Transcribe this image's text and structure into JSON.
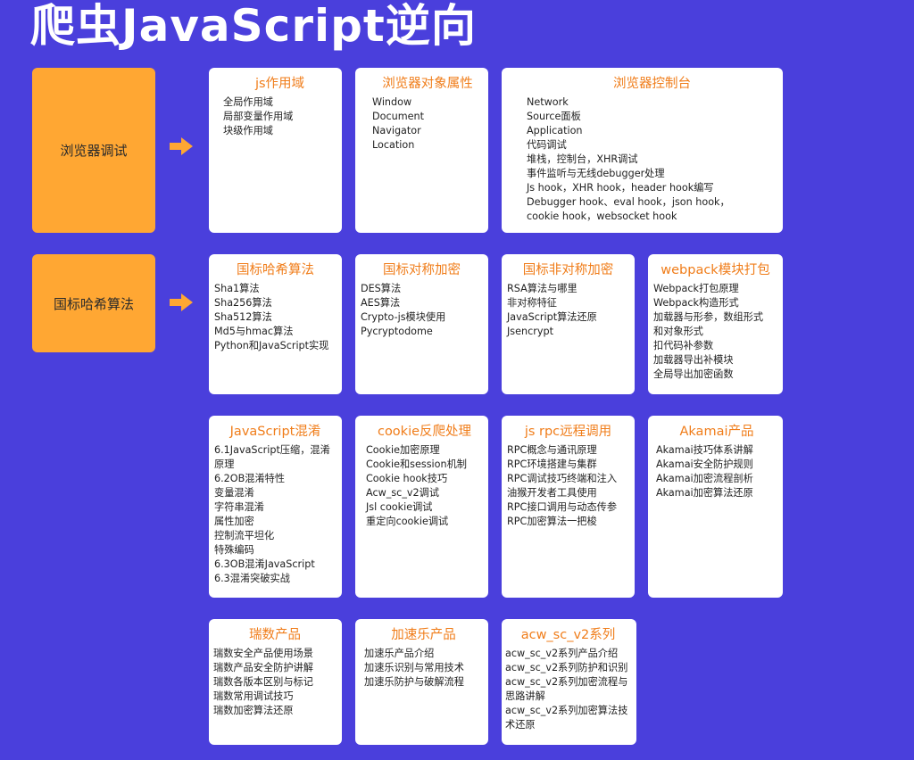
{
  "page": {
    "title": "爬虫JavaScript逆向",
    "accent": "#ffa733",
    "title_color": "#f07d1a"
  },
  "categories": [
    {
      "label": "浏览器调试"
    },
    {
      "label": "国标哈希算法"
    }
  ],
  "cards": [
    {
      "title": "js作用域",
      "items": [
        "全局作用域",
        "局部变量作用域",
        "块级作用域"
      ]
    },
    {
      "title": "浏览器对象属性",
      "items": [
        "Window",
        "Document",
        "Navigator",
        "Location"
      ]
    },
    {
      "title": "浏览器控制台",
      "items": [
        "Network",
        "Source面板",
        "Application",
        "代码调试",
        "堆栈，控制台，XHR调试",
        "事件监听与无线debugger处理",
        "Js hook，XHR hook，header hook编写",
        "Debugger hook、eval hook，json hook，",
        "cookie hook，websocket hook"
      ]
    },
    {
      "title": "国标哈希算法",
      "items": [
        "Sha1算法",
        "Sha256算法",
        "Sha512算法",
        "Md5与hmac算法",
        "Python和JavaScript实现"
      ]
    },
    {
      "title": "国标对称加密",
      "items": [
        "DES算法",
        "AES算法",
        "Crypto-js模块使用",
        "Pycryptodome"
      ]
    },
    {
      "title": "国标非对称加密",
      "items": [
        "RSA算法与哪里",
        "非对称特征",
        "JavaScript算法还原",
        "Jsencrypt"
      ]
    },
    {
      "title": "webpack模块打包",
      "items": [
        "Webpack打包原理",
        "Webpack构造形式",
        "加载器与形参，数组形式",
        "和对象形式",
        "扣代码补参数",
        "加载器导出补模块",
        "全局导出加密函数"
      ]
    },
    {
      "title": "JavaScript混淆",
      "items": [
        "6.1JavaScript压缩，混淆",
        "原理",
        "6.2OB混淆特性",
        "变量混淆",
        "字符串混淆",
        "属性加密",
        "控制流平坦化",
        "特殊编码",
        "6.3OB混淆JavaScript",
        "6.3混淆突破实战"
      ]
    },
    {
      "title": "cookie反爬处理",
      "items": [
        "Cookie加密原理",
        "Cookie和session机制",
        "Cookie hook技巧",
        "Acw_sc_v2调试",
        "Jsl cookie调试",
        "重定向cookie调试"
      ]
    },
    {
      "title": "js rpc远程调用",
      "items": [
        "RPC概念与通讯原理",
        "RPC环境搭建与集群",
        "RPC调试技巧终端和注入",
        "油猴开发者工具使用",
        "RPC接口调用与动态传参",
        "RPC加密算法一把梭"
      ]
    },
    {
      "title": "Akamai产品",
      "items": [
        "Akamai技巧体系讲解",
        "Akamai安全防护规则",
        "Akamai加密流程剖析",
        "Akamai加密算法还原"
      ]
    },
    {
      "title": "瑞数产品",
      "items": [
        "瑞数安全产品使用场景",
        "瑞数产品安全防护讲解",
        "瑞数各版本区别与标记",
        "瑞数常用调试技巧",
        "瑞数加密算法还原"
      ]
    },
    {
      "title": "加速乐产品",
      "items": [
        "加速乐产品介绍",
        "加速乐识别与常用技术",
        "加速乐防护与破解流程"
      ]
    },
    {
      "title": "acw_sc_v2系列",
      "items": [
        "acw_sc_v2系列产品介绍",
        "acw_sc_v2系列防护和识别",
        "acw_sc_v2系列加密流程与",
        "思路讲解",
        "acw_sc_v2系列加密算法技",
        "术还原"
      ]
    }
  ]
}
